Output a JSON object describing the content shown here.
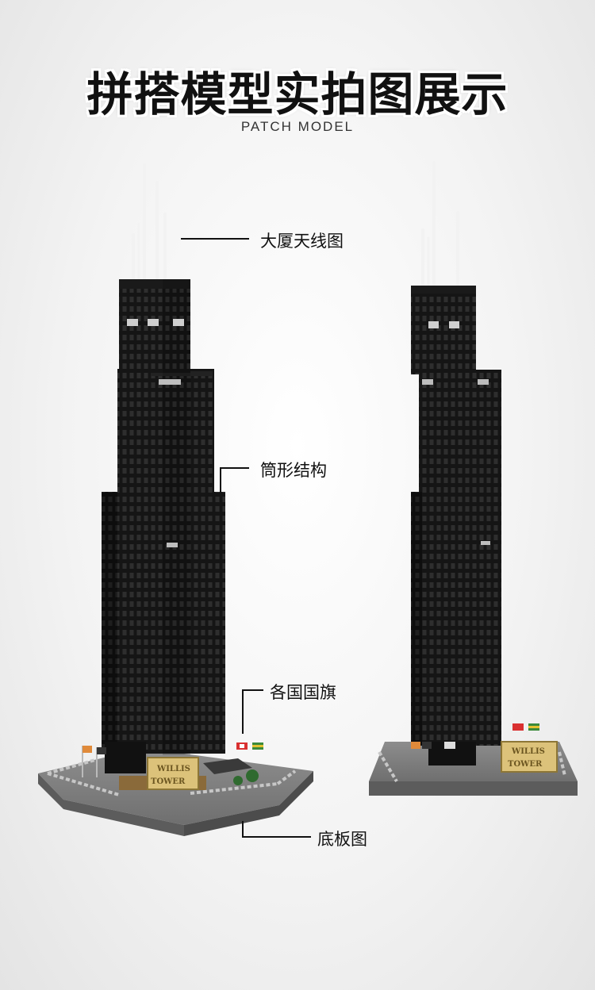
{
  "title": "拼搭模型实拍图展示",
  "subtitle": "PATCH MODEL",
  "callouts": {
    "antenna": "大厦天线图",
    "tube": "筒形结构",
    "flags": "各国国旗",
    "base": "底板图"
  },
  "signs": {
    "line1": "WILLIS",
    "line2": "TOWER"
  }
}
